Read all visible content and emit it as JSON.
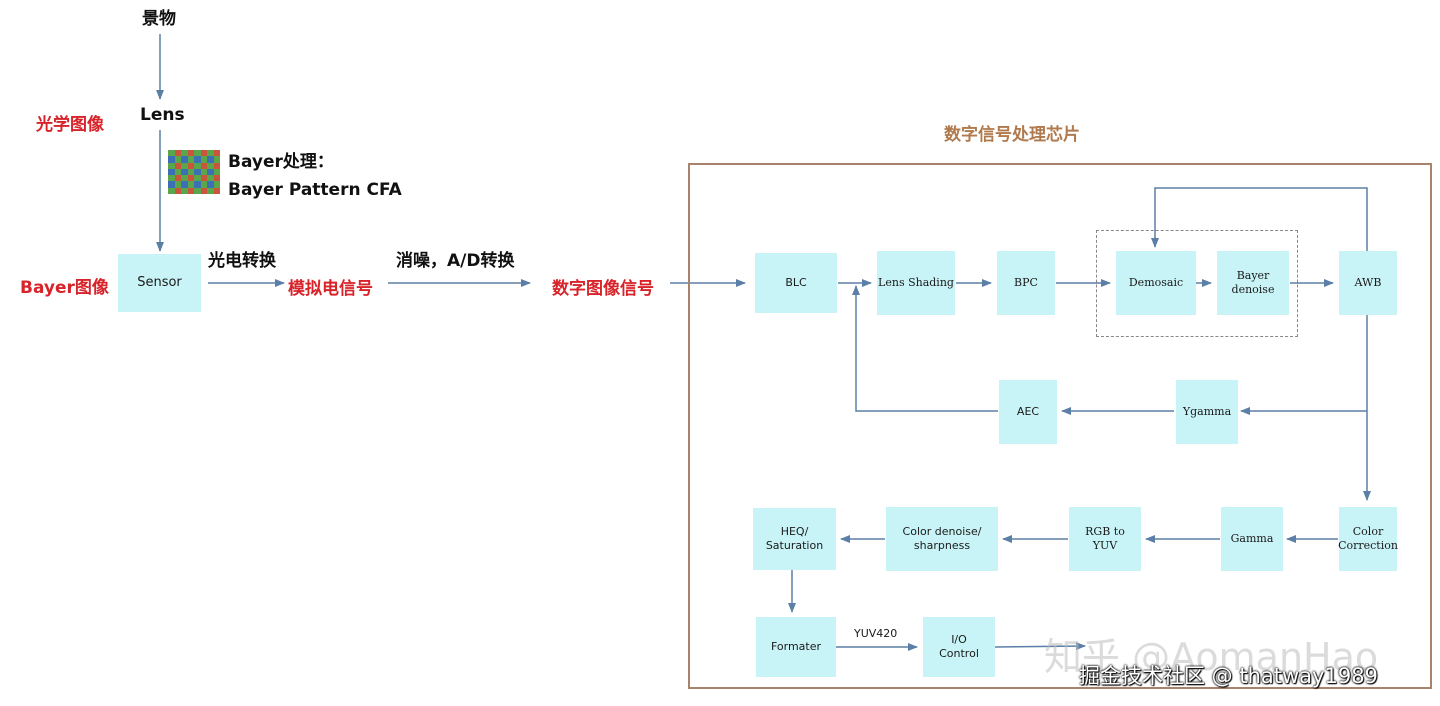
{
  "labels": {
    "scene": "景物",
    "optical_image": "光学图像",
    "lens": "Lens",
    "bayer_title": "Bayer处理：",
    "bayer_pattern": "Bayer Pattern CFA",
    "bayer_image": "Bayer图像",
    "sensor": "Sensor",
    "photoelectric": "光电转换",
    "analog_signal": "模拟电信号",
    "denoise_ad": "消噪，A/D转换",
    "digital_signal": "数字图像信号",
    "chip_title": "数字信号处理芯片"
  },
  "pipeline": {
    "blc": "BLC",
    "lens_shading": "Lens Shading",
    "bpc": "BPC",
    "demosaic": "Demosaic",
    "bayer_denoise": "Bayer\ndenoise",
    "awb": "AWB",
    "ygamma": "Ygamma",
    "aec": "AEC",
    "color_correction": "Color\nCorrection",
    "gamma": "Gamma",
    "rgb_to_yuv": "RGB to\nYUV",
    "color_denoise": "Color denoise/\nsharpness",
    "heq": "HEQ/\nSaturation",
    "formater": "Formater",
    "yuv420": "YUV420",
    "io_control": "I/O\nControl"
  },
  "watermarks": {
    "zhihu": "知乎 @AomanHao",
    "juejin": "掘金技术社区 @ thatway1989"
  },
  "colors": {
    "node_fill": "#c9f4f7",
    "arrow": "#5b7fa6",
    "red_text": "#d8232a",
    "chip_border": "#a8826a",
    "chip_title": "#b07a4e"
  }
}
